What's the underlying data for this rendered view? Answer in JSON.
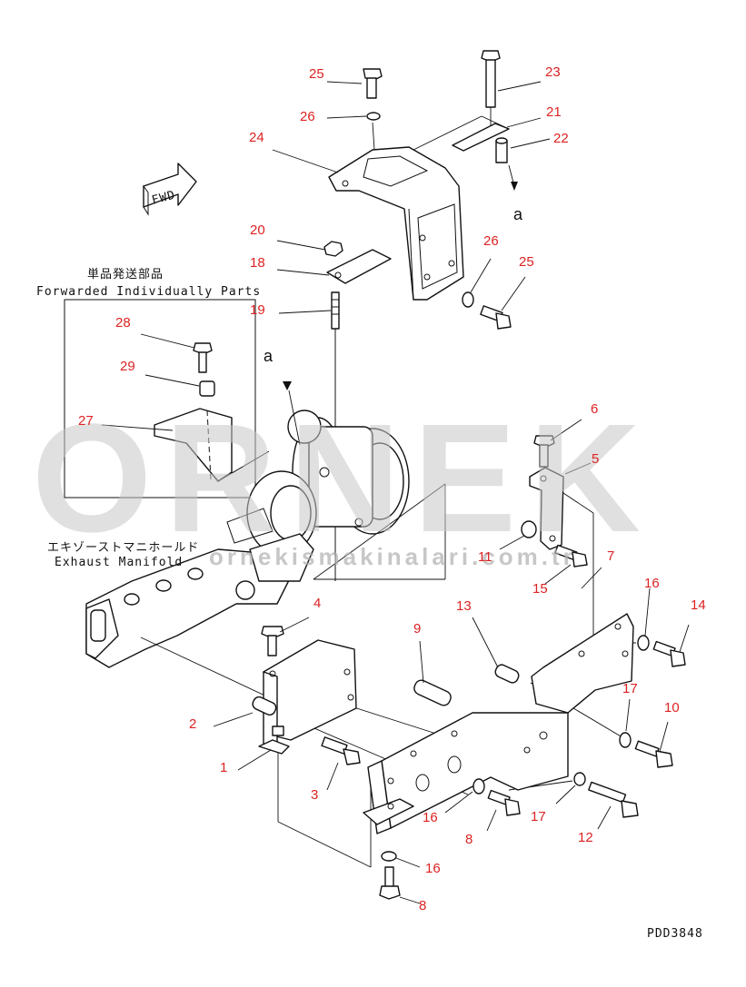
{
  "watermark": {
    "brand": "ORNEK",
    "url": "ornekismakinalari.com.tr"
  },
  "drawing_code": "PDD3848",
  "fwd_label": "FWD",
  "view_marker": "a",
  "inset": {
    "title_jp": "単品発送部品",
    "title_en": "Forwarded Individually Parts"
  },
  "exhaust_label": {
    "jp": "エキゾーストマニホールド",
    "en": "Exhaust Manifold"
  },
  "callouts": [
    {
      "id": "c1",
      "text": "1"
    },
    {
      "id": "c2",
      "text": "2"
    },
    {
      "id": "c3",
      "text": "3"
    },
    {
      "id": "c4",
      "text": "4"
    },
    {
      "id": "c5",
      "text": "5"
    },
    {
      "id": "c6",
      "text": "6"
    },
    {
      "id": "c7",
      "text": "7"
    },
    {
      "id": "c8a",
      "text": "8"
    },
    {
      "id": "c8b",
      "text": "8"
    },
    {
      "id": "c9",
      "text": "9"
    },
    {
      "id": "c10",
      "text": "10"
    },
    {
      "id": "c11",
      "text": "11"
    },
    {
      "id": "c12",
      "text": "12"
    },
    {
      "id": "c13",
      "text": "13"
    },
    {
      "id": "c14",
      "text": "14"
    },
    {
      "id": "c15",
      "text": "15"
    },
    {
      "id": "c16a",
      "text": "16"
    },
    {
      "id": "c16b",
      "text": "16"
    },
    {
      "id": "c16c",
      "text": "16"
    },
    {
      "id": "c17a",
      "text": "17"
    },
    {
      "id": "c17b",
      "text": "17"
    },
    {
      "id": "c18",
      "text": "18"
    },
    {
      "id": "c19",
      "text": "19"
    },
    {
      "id": "c20",
      "text": "20"
    },
    {
      "id": "c21",
      "text": "21"
    },
    {
      "id": "c22",
      "text": "22"
    },
    {
      "id": "c23",
      "text": "23"
    },
    {
      "id": "c24",
      "text": "24"
    },
    {
      "id": "c25a",
      "text": "25"
    },
    {
      "id": "c25b",
      "text": "25"
    },
    {
      "id": "c26a",
      "text": "26"
    },
    {
      "id": "c26b",
      "text": "26"
    },
    {
      "id": "c27",
      "text": "27"
    },
    {
      "id": "c28",
      "text": "28"
    },
    {
      "id": "c29",
      "text": "29"
    }
  ]
}
